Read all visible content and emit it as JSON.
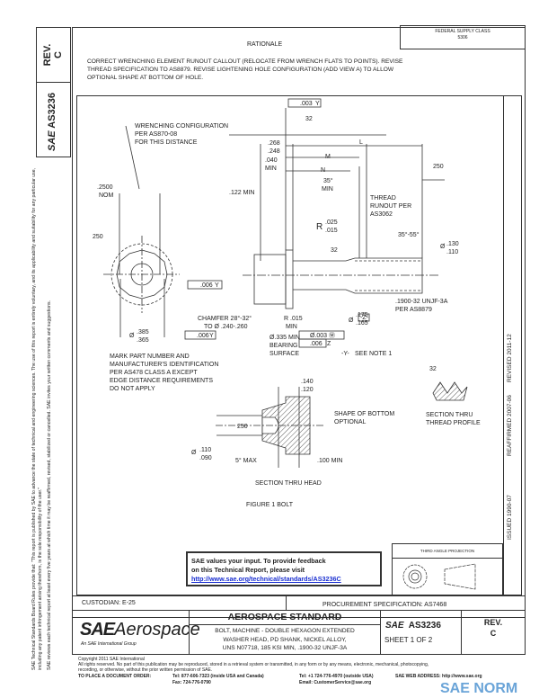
{
  "side": {
    "rev_label": "REV.",
    "rev_value": "C",
    "doc_number": "AS3236",
    "sae_logo": "SAE",
    "disclaimer_1": "SAE Technical Standards Board Rules provide that: \"This report is published by SAE to advance the state of technical and engineering sciences. The use of this report is entirely voluntary, and its applicability and suitability for any particular use, including any patent infringement arising therefrom, is the sole responsibility of the user.\"",
    "disclaimer_2": "SAE reviews each technical report at least every five years at which time it may be reaffirmed, revised, stabilized or cancelled. SAE invites your written comments and suggestions."
  },
  "header": {
    "fsc_label": "FEDERAL SUPPLY CLASS",
    "fsc_value": "5306",
    "rationale_title": "RATIONALE",
    "rationale_text": [
      "CORRECT WRENCHING ELEMENT RUNOUT CALLOUT (RELOCATE FROM WRENCH FLATS TO POINTS).  REVISE",
      "THREAD SPECIFICATION TO AS8879.  REVISE LIGHTENING HOLE CONFIGURATION (ADD VIEW A) TO ALLOW",
      "OPTIONAL SHAPE AT BOTTOM OF HOLE."
    ]
  },
  "dates": {
    "issued": "ISSUED 1990-07",
    "reaffirmed": "REAFFIRMED 2007-06",
    "revised": "REVISED 2011-12"
  },
  "drawing": {
    "wrenching": [
      "WRENCHING CONFIGURATION",
      "PER AS870-08",
      "FOR THIS DISTANCE"
    ],
    "nom": [
      ".2500",
      "NOM"
    ],
    "min122": ".122 MIN",
    "d268": [
      ".268",
      ".248"
    ],
    "d040": [
      ".040",
      "MIN"
    ],
    "fcf_top": ".003",
    "datum_y": "Y",
    "finish32": "32",
    "finish250": "250",
    "dim_l": "L",
    "dim_m": "M",
    "dim_n": "N",
    "angle35": [
      "35°",
      "MIN"
    ],
    "thread_runout": [
      "THREAD",
      "RUNOUT PER",
      "AS3062"
    ],
    "radius": [
      "R",
      ".025",
      ".015"
    ],
    "angle3555": "35°-55°",
    "dia130": [
      "Ø",
      ".130",
      ".110"
    ],
    "thread_spec": [
      ".1900-32 UNJF-3A",
      "PER AS8879"
    ],
    "datum_z": "-Z-",
    "dia175": [
      "Ø",
      ".175",
      ".165"
    ],
    "fcf_pos": "Ø.003 Ⓜ",
    "fcf_runout": ".006",
    "datum_z_letter": "Z",
    "datum_y_note": "-Y-",
    "see_note": "SEE NOTE 1",
    "fcf_006": ".006",
    "dia385": [
      "Ø",
      ".385",
      ".365"
    ],
    "chamfer": [
      "CHAMFER 28°-32°",
      "TO Ø .240-.260"
    ],
    "r015": [
      "R .015",
      "MIN"
    ],
    "bearing": [
      "Ø.335 MIN",
      "BEARING",
      "SURFACE"
    ],
    "mark_note": [
      "MARK PART NUMBER AND",
      "MANUFACTURER'S IDENTIFICATION",
      "PER AS478 CLASS A EXCEPT",
      "EDGE DISTANCE REQUIREMENTS",
      "DO NOT APPLY"
    ],
    "d140": [
      ".140",
      ".120"
    ],
    "shape_bottom": [
      "SHAPE OF BOTTOM",
      "OPTIONAL"
    ],
    "dia110": [
      "Ø",
      ".110",
      ".090"
    ],
    "max5": "5° MAX",
    "min100": ".100 MIN",
    "section_head": "SECTION THRU HEAD",
    "section_thread": [
      "SECTION THRU",
      "THREAD PROFILE"
    ],
    "figure_caption": "FIGURE 1    BOLT"
  },
  "feedback": {
    "line1": "SAE values your input. To provide feedback",
    "line2": "on this Technical Report, please visit",
    "link": "http://www.sae.org/technical/standards/AS3236C"
  },
  "projection": {
    "label": "THIRD ANGLE PROJECTION"
  },
  "titleblock": {
    "custodian": "CUSTODIAN: E-25",
    "procurement": "PROCUREMENT SPECIFICATION: AS7468",
    "logo_sae": "SAE",
    "logo_aero": "Aerospace",
    "logo_sub": "An SAE International Group",
    "standard": "AEROSPACE STANDARD",
    "desc": [
      "BOLT, MACHINE - DOUBLE HEXAGON EXTENDED",
      "WASHER HEAD, PD SHANK, NICKEL ALLOY,",
      "UNS N07718, 185 KSI MIN, .1900-32 UNJF-3A"
    ],
    "doc_number": "AS3236",
    "sheet": "SHEET 1 OF 2",
    "rev_label": "REV.",
    "rev_value": "C"
  },
  "footer": {
    "copyright": "Copyright 2011 SAE International",
    "rights1": "All rights reserved. No part of this publication may be reproduced, stored in a retrieval system or transmitted, in any form or by any means, electronic, mechanical, photocopying,",
    "rights2": "recording, or otherwise, without the prior written permission of SAE.",
    "order": "TO PLACE A DOCUMENT ORDER:",
    "tel1": "Tel:  877-606-7323 (inside USA and Canada)",
    "fax": "Fax: 724-776-0790",
    "tel2": "Tel:  +1 724-776-4970 (outside USA)",
    "email": "Email: CustomerService@sae.org",
    "web": "SAE WEB ADDRESS:  http://www.sae.org",
    "watermark": "SAE NORM"
  }
}
